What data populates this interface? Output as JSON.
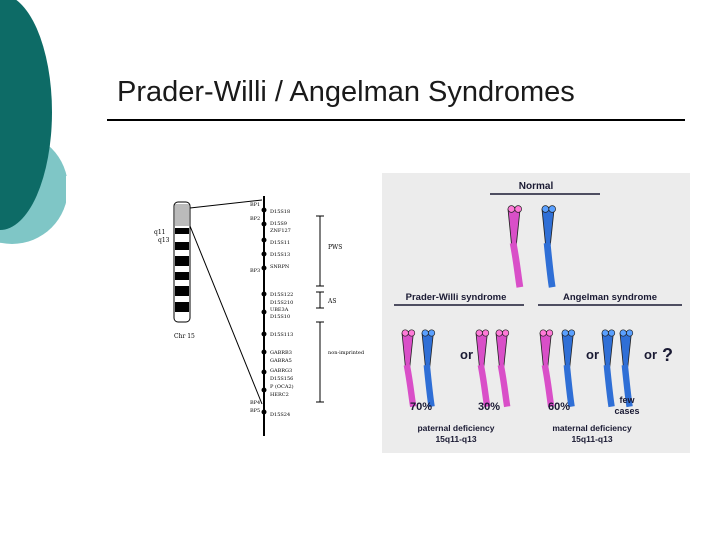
{
  "slide": {
    "title": "Prader-Willi / Angelman Syndromes"
  },
  "left_figure": {
    "chromosome_label": "Chr 15",
    "band_labels": [
      "q11",
      "q13"
    ],
    "side_labels": [
      "BP1",
      "BP2",
      "BP3",
      "BP4",
      "BP5"
    ],
    "loci": [
      "D15S18",
      "D15S9",
      "ZNF127",
      "D15S11",
      "D15S13",
      "SNRPN",
      "D15S122",
      "D15S210",
      "UBE3A",
      "D15S10",
      "D15S113",
      "GABRB3",
      "GABRA5",
      "GABRG3",
      "D15S156",
      "P (OCA2)",
      "HERC2",
      "D15S24"
    ],
    "regions": [
      "PWS",
      "AS",
      "non-imprinted"
    ]
  },
  "right_figure": {
    "normal_label": "Normal",
    "pws_label": "Prader-Willi syndrome",
    "as_label": "Angelman syndrome",
    "or_label": "or",
    "question": "?",
    "pct_70": "70%",
    "pct_30": "30%",
    "pct_60": "60%",
    "few_line1": "few",
    "few_line2": "cases",
    "paternal_line1": "paternal deficiency",
    "paternal_line2": "15q11-q13",
    "maternal_line1": "maternal deficiency",
    "maternal_line2": "15q11-q13",
    "colors": {
      "maternal": "#d94fc8",
      "paternal": "#2f6fd6",
      "dark": "#1a1a33"
    }
  }
}
